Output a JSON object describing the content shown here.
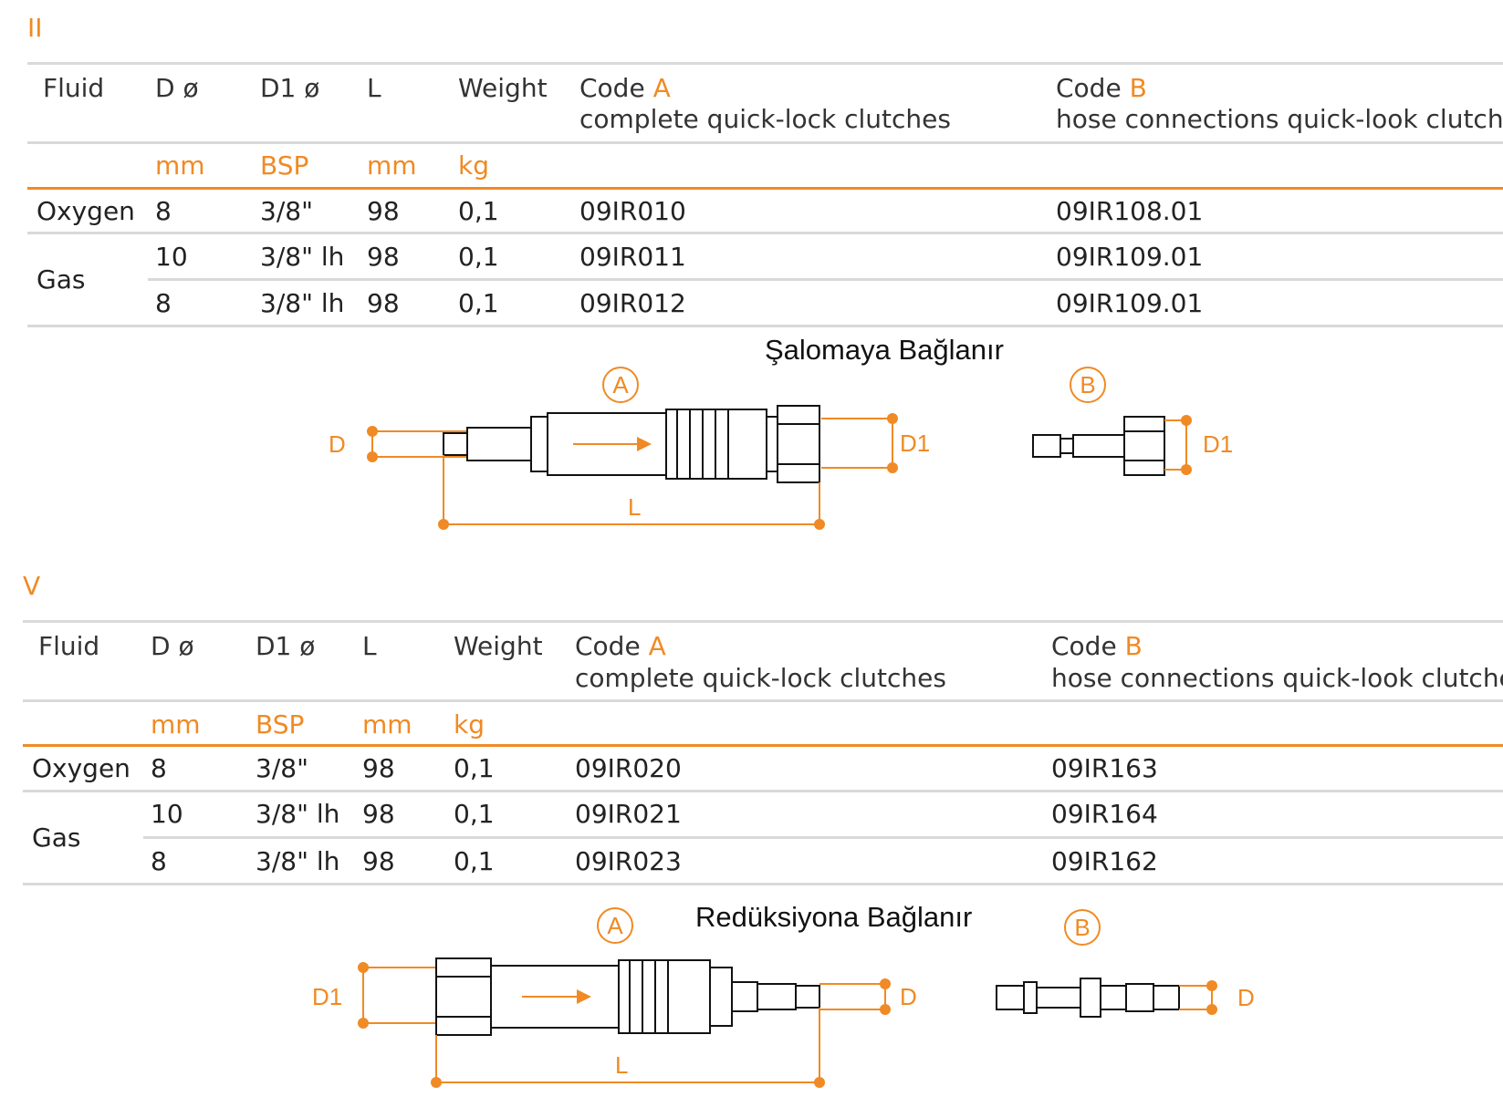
{
  "colors": {
    "accent": "#f08a24",
    "rule": "#d9d9d9",
    "text": "#222222"
  },
  "sections": [
    {
      "label": "II",
      "headers": {
        "fluid": "Fluid",
        "d": "D ø",
        "d1": "D1 ø",
        "l": "L",
        "weight": "Weight",
        "code_a_prefix": "Code",
        "code_a_letter": "A",
        "code_a_desc": "complete quick-lock clutches",
        "code_b_prefix": "Code",
        "code_b_letter": "B",
        "code_b_desc": "hose connections quick-look clutche"
      },
      "units": {
        "d": "mm",
        "d1": "BSP",
        "l": "mm",
        "weight": "kg"
      },
      "rows": [
        {
          "fluid": "Oxygen",
          "d": "8",
          "d1": "3/8\"",
          "l": "98",
          "weight": "0,1",
          "code_a": "09IR010",
          "code_b": "09IR108.01"
        },
        {
          "fluid": "Gas",
          "d": "10",
          "d1": "3/8\" lh",
          "l": "98",
          "weight": "0,1",
          "code_a": "09IR011",
          "code_b": "09IR109.01"
        },
        {
          "fluid": "",
          "d": "8",
          "d1": "3/8\" lh",
          "l": "98",
          "weight": "0,1",
          "code_a": "09IR012",
          "code_b": "09IR109.01"
        }
      ],
      "caption": "Şalomaya Bağlanır",
      "diagram": {
        "a": "A",
        "b": "B",
        "dim_d": "D",
        "dim_d1": "D1",
        "dim_l": "L",
        "dim_b_d1": "D1"
      }
    },
    {
      "label": "V",
      "headers": {
        "fluid": "Fluid",
        "d": "D ø",
        "d1": "D1 ø",
        "l": "L",
        "weight": "Weight",
        "code_a_prefix": "Code",
        "code_a_letter": "A",
        "code_a_desc": "complete quick-lock clutches",
        "code_b_prefix": "Code",
        "code_b_letter": "B",
        "code_b_desc": "hose connections quick-look clutche"
      },
      "units": {
        "d": "mm",
        "d1": "BSP",
        "l": "mm",
        "weight": "kg"
      },
      "rows": [
        {
          "fluid": "Oxygen",
          "d": "8",
          "d1": "3/8\"",
          "l": "98",
          "weight": "0,1",
          "code_a": "09IR020",
          "code_b": "09IR163"
        },
        {
          "fluid": "Gas",
          "d": "10",
          "d1": "3/8\" lh",
          "l": "98",
          "weight": "0,1",
          "code_a": "09IR021",
          "code_b": "09IR164"
        },
        {
          "fluid": "",
          "d": "8",
          "d1": "3/8\" lh",
          "l": "98",
          "weight": "0,1",
          "code_a": "09IR023",
          "code_b": "09IR162"
        }
      ],
      "caption": "Redüksiyona Bağlanır",
      "diagram": {
        "a": "A",
        "b": "B",
        "dim_d": "D",
        "dim_d1": "D1",
        "dim_l": "L",
        "dim_b_d": "D"
      }
    }
  ]
}
